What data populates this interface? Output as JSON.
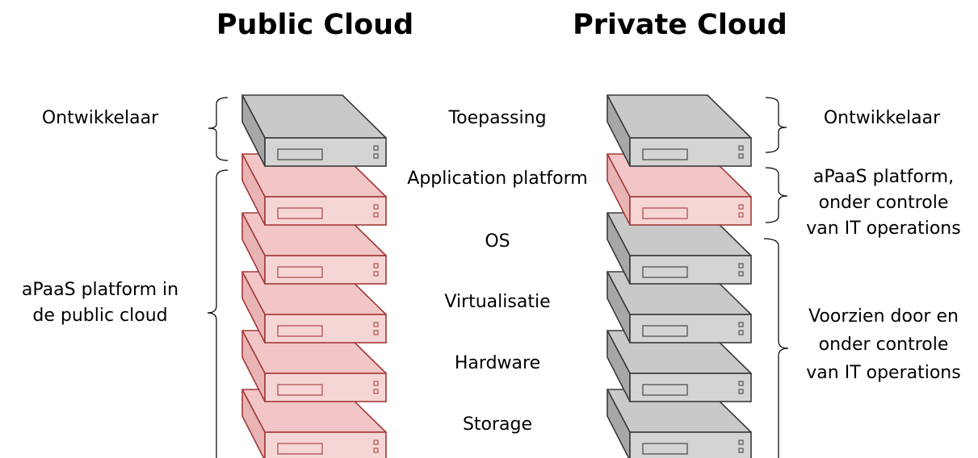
{
  "titles": {
    "public": "Public Cloud",
    "private": "Private Cloud"
  },
  "layers": [
    "Toepassing",
    "Application platform",
    "OS",
    "Virtualisatie",
    "Hardware",
    "Storage"
  ],
  "public_stack": {
    "layers": [
      "gray",
      "red",
      "red",
      "red",
      "red",
      "red"
    ],
    "labels": {
      "developer": "Ontwikkelaar",
      "platform_line1": "aPaaS platform in",
      "platform_line2": "de public cloud"
    }
  },
  "private_stack": {
    "layers": [
      "gray",
      "red",
      "gray",
      "gray",
      "gray",
      "gray"
    ],
    "labels": {
      "developer": "Ontwikkelaar",
      "platform_line1": "aPaaS platform,",
      "platform_line2": "onder controle",
      "platform_line3": "van IT operations",
      "infra_line1": "Voorzien door en",
      "infra_line2": "onder controle",
      "infra_line3": "van IT operations"
    }
  },
  "colors": {
    "gray": {
      "top": "#c9c9c9",
      "front": "#d4d4d4",
      "side": "#a7a7a7",
      "stroke": "#3a3a3a"
    },
    "red": {
      "top": "#f2c6c6",
      "front": "#f6d5d5",
      "side": "#e8b4b4",
      "stroke": "#a33a3a"
    }
  }
}
